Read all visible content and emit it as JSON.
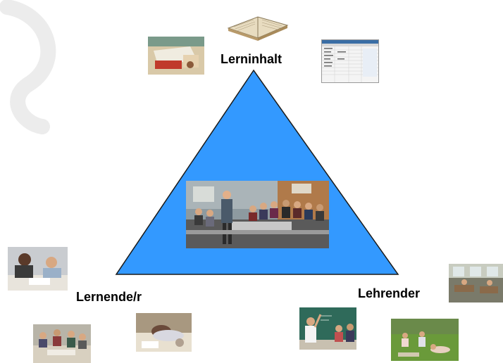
{
  "labels": {
    "top": "Lerninhalt",
    "left": "Lernende/r",
    "right": "Lehrender"
  },
  "colors": {
    "triangle_fill": "#3399ff",
    "triangle_stroke": "#1a1a1a",
    "watermark": "#ececec"
  },
  "images": {
    "book": "open-book-photo",
    "desk_items": "desk-materials-photo",
    "spreadsheet": "spreadsheet-screenshot",
    "classroom": "classroom-lecture-photo",
    "students_writing": "students-writing-photo",
    "group_table": "group-work-photo",
    "student_sleeping": "student-resting-photo",
    "teacher_board": "teacher-at-board-photo",
    "outdoor_group": "outdoor-class-photo",
    "room_interior": "room-interior-photo"
  }
}
